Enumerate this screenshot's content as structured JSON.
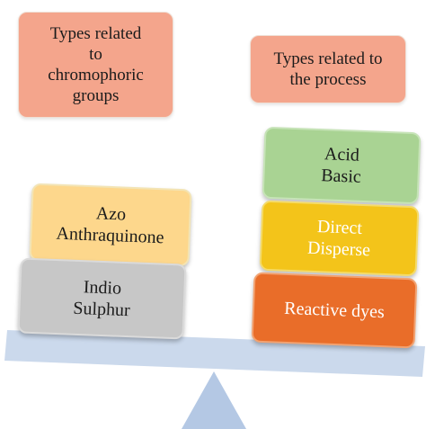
{
  "header_left": {
    "lines": [
      "Types related",
      "to",
      "chromophoric",
      "groups"
    ]
  },
  "header_right": {
    "lines": [
      "Types related to",
      "the process"
    ]
  },
  "left_stack": [
    {
      "lines": [
        "Azo",
        "Anthraquinone"
      ],
      "color": "#fdd78c"
    },
    {
      "lines": [
        "Indio",
        "Sulphur"
      ],
      "color": "#c7c7c7"
    }
  ],
  "right_stack": [
    {
      "lines": [
        "Acid",
        "Basic"
      ],
      "color": "#a9d393"
    },
    {
      "lines": [
        "Direct",
        "Disperse"
      ],
      "color": "#f3c41a"
    },
    {
      "lines": [
        "Reactive dyes"
      ],
      "color": "#e96d29"
    }
  ],
  "colors": {
    "header_fill": "#f4a58c",
    "beam": "#cbd9ec",
    "fulcrum": "#b4c8e4"
  }
}
